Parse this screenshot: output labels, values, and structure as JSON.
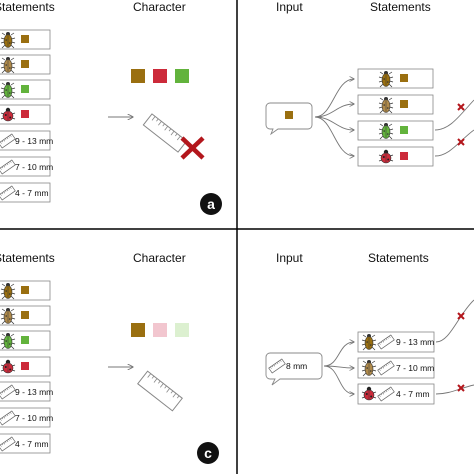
{
  "panels": {
    "a": {
      "statements_heading": "Statements",
      "character_heading": "Character",
      "letter": "a",
      "size_labels": [
        "9 - 13 mm",
        "7 - 10 mm",
        "4 - 7 mm"
      ]
    },
    "b": {
      "input_heading": "Input",
      "statements_heading": "Statements"
    },
    "c": {
      "statements_heading": "Statements",
      "character_heading": "Character",
      "letter": "c",
      "size_labels": [
        "9 - 13 mm",
        "7 - 10 mm",
        "4 - 7 mm"
      ]
    },
    "d": {
      "input_heading": "Input",
      "statements_heading": "Statements",
      "input_value": "8 mm",
      "size_labels": [
        "9 - 13 mm",
        "7 - 10 mm",
        "4 - 7 mm"
      ]
    }
  },
  "colors": {
    "brown": "#9a6f10",
    "red": "#cc2a3a",
    "green": "#62b33c",
    "pale_red": "#f2c6cf",
    "pale_green": "#dcf0d0",
    "cross": "#b3161c",
    "divider": "#000000",
    "box_border": "#888888"
  }
}
